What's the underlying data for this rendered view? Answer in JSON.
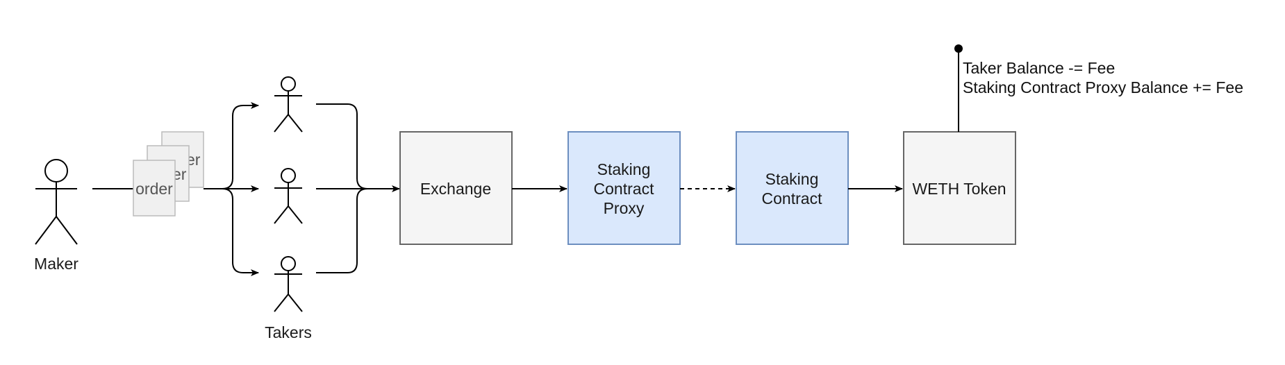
{
  "actors": {
    "maker_label": "Maker",
    "takers_label": "Takers"
  },
  "orders": {
    "back_label": "er",
    "middle_label": "er",
    "front_label": "order"
  },
  "boxes": {
    "exchange": {
      "lines": [
        "Exchange"
      ]
    },
    "staking_proxy": {
      "lines": [
        "Staking",
        "Contract",
        "Proxy"
      ]
    },
    "staking_contract": {
      "lines": [
        "Staking",
        "Contract"
      ]
    },
    "weth_token": {
      "lines": [
        "WETH Token"
      ]
    }
  },
  "note": {
    "line1": "Taker Balance -= Fee",
    "line2": "Staking Contract Proxy Balance += Fee"
  },
  "colors": {
    "gray_fill": "#f5f5f5",
    "gray_stroke": "#666666",
    "blue_fill": "#dae8fc",
    "blue_stroke": "#6c8ebf",
    "line": "#000000",
    "order_fill": "#f0f0f0",
    "order_stroke": "#bbbbbb"
  }
}
